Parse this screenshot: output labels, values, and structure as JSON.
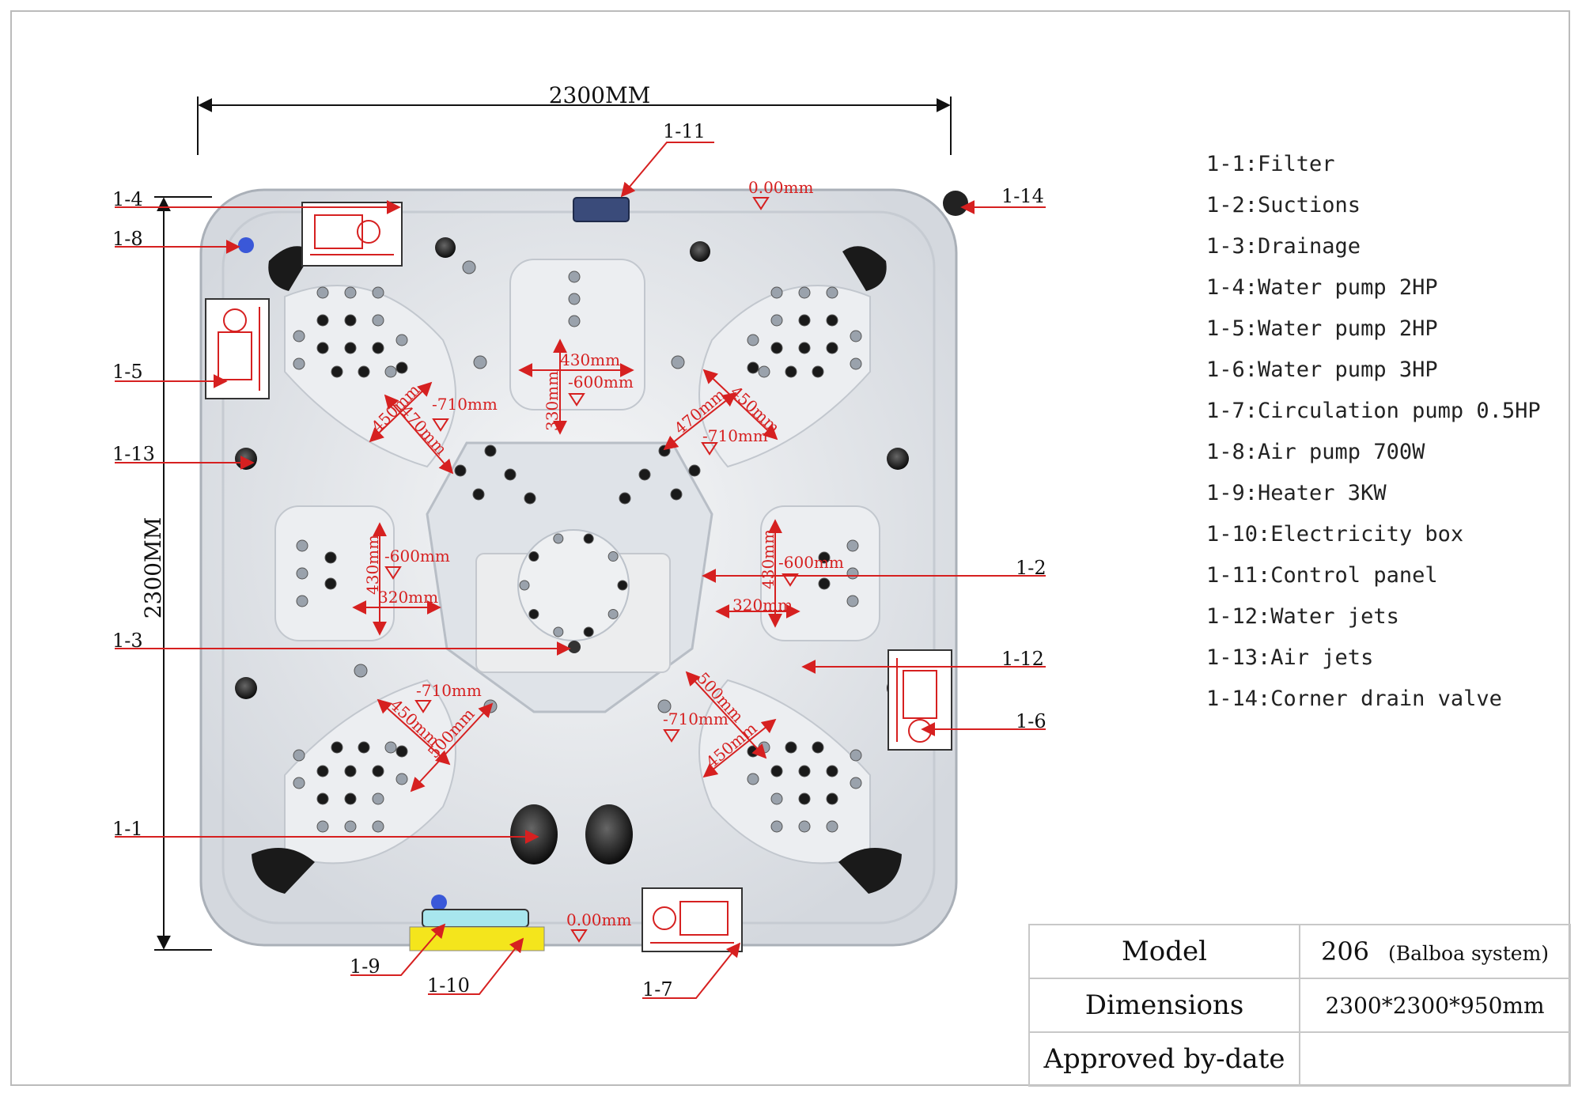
{
  "dimensions": {
    "width_label": "2300MM",
    "height_label": "2300MM"
  },
  "callouts": [
    "1-1",
    "1-2",
    "1-3",
    "1-4",
    "1-5",
    "1-6",
    "1-7",
    "1-8",
    "1-9",
    "1-10",
    "1-11",
    "1-12",
    "1-13",
    "1-14"
  ],
  "seat_dims": {
    "top_center": [
      "430mm",
      "330mm",
      "-600mm"
    ],
    "left_mid": [
      "430mm",
      "-600mm",
      "320mm"
    ],
    "right_mid": [
      "430mm",
      "-600mm",
      "320mm"
    ],
    "top_left": [
      "450mm",
      "470mm",
      "-710mm"
    ],
    "top_right": [
      "470mm",
      "450mm",
      "-710mm"
    ],
    "bottom_left": [
      "-710mm",
      "450mm",
      "500mm"
    ],
    "bottom_right": [
      "500mm",
      "-710mm",
      "450mm"
    ],
    "level_top": "0.00mm",
    "level_bottom": "0.00mm"
  },
  "legend": [
    "1-1:Filter",
    "1-2:Suctions",
    "1-3:Drainage",
    "1-4:Water pump 2HP",
    "1-5:Water pump 2HP",
    "1-6:Water pump 3HP",
    "1-7:Circulation pump 0.5HP",
    "1-8:Air pump 700W",
    "1-9:Heater 3KW",
    "1-10:Electricity box",
    "1-11:Control panel",
    "1-12:Water jets",
    "1-13:Air jets",
    "1-14:Corner drain valve"
  ],
  "spec": {
    "model_label": "Model",
    "model_value": "206",
    "model_note": "(Balboa system)",
    "dimensions_label": "Dimensions",
    "dimensions_value": "2300*2300*950mm",
    "approved_label": "Approved by-date",
    "approved_value": ""
  },
  "colors": {
    "annotation": "#d62020",
    "shell": "#e4e7eb",
    "jet": "#1a1a1a",
    "heater": "#a8e6ee",
    "electric_box": "#f4e51c"
  }
}
